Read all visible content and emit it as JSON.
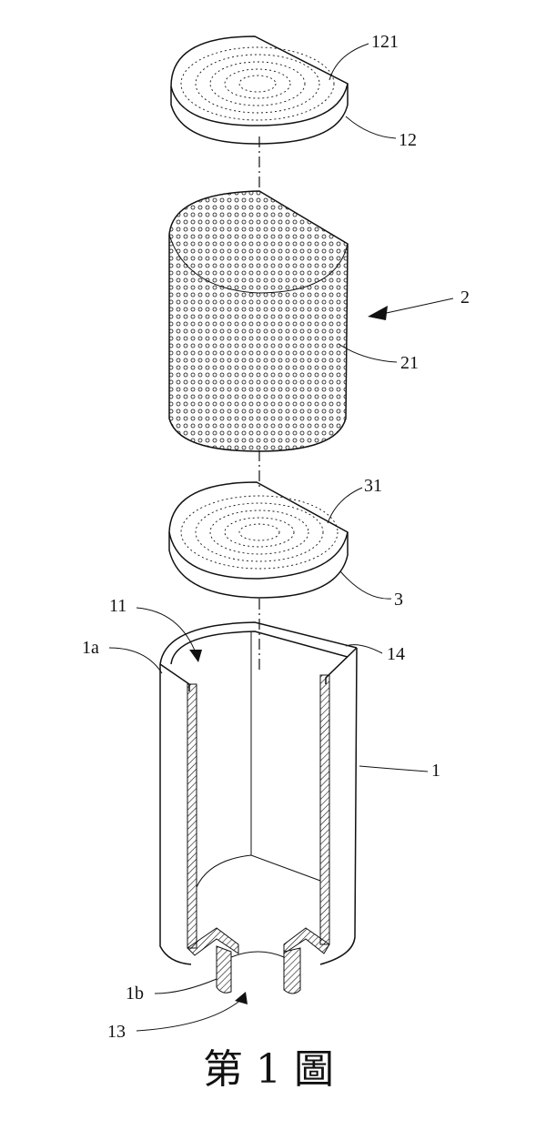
{
  "figure": {
    "caption": "第 1 圖",
    "labels": {
      "l121": "121",
      "l12": "12",
      "l2": "2",
      "l21": "21",
      "l31": "31",
      "l3": "3",
      "l11": "11",
      "l1a": "1a",
      "l14": "14",
      "l1": "1",
      "l1b": "1b",
      "l13": "13"
    }
  }
}
